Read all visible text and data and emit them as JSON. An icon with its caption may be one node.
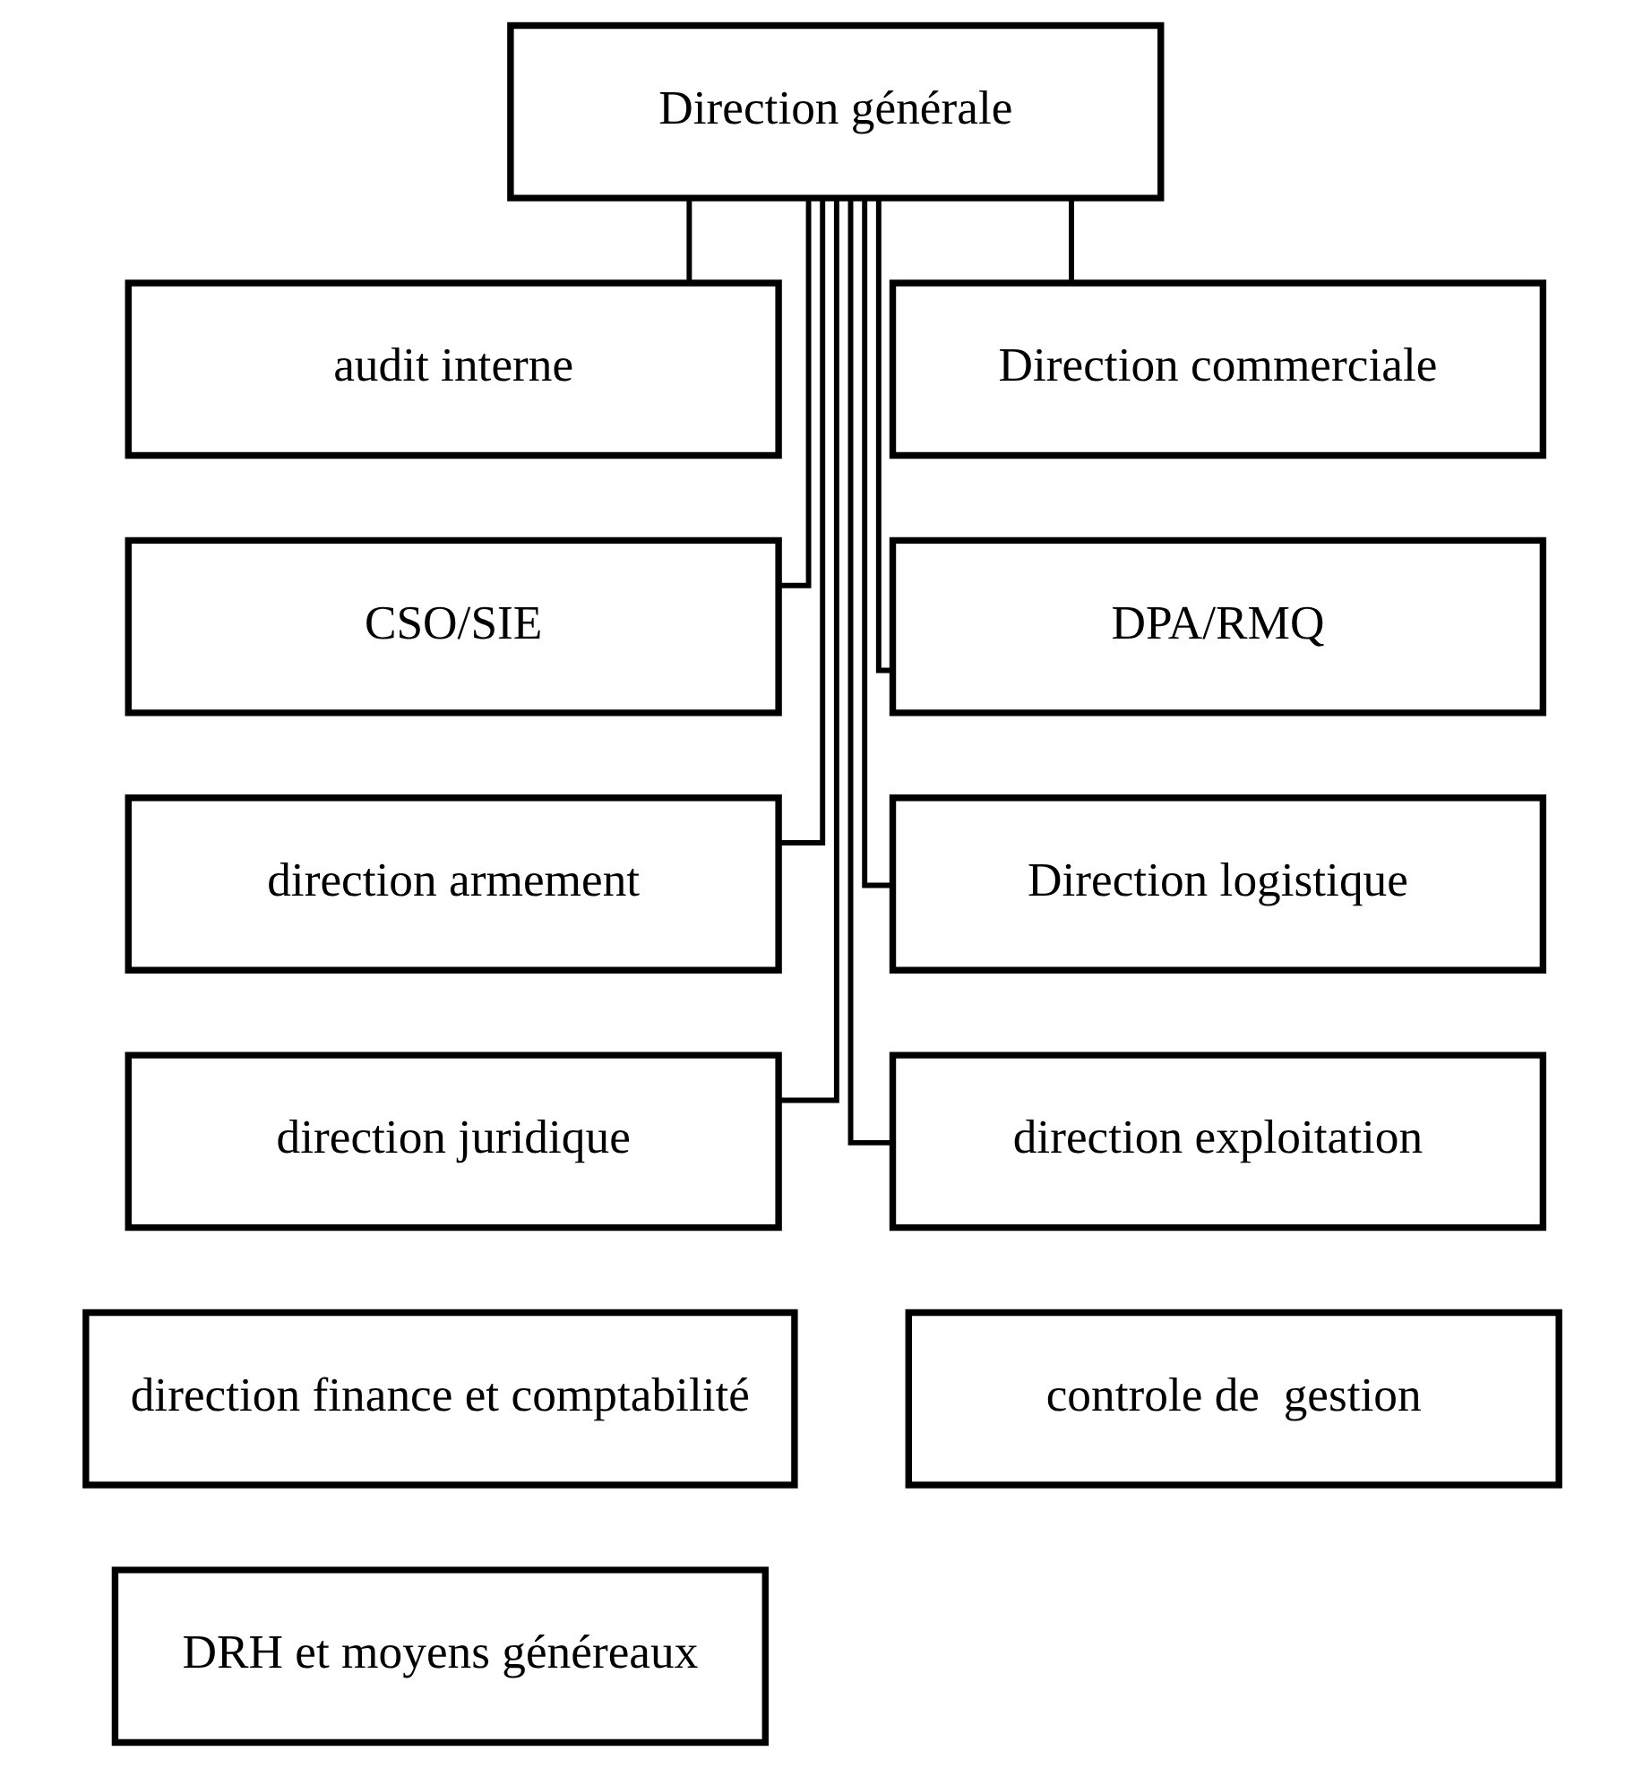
{
  "diagram": {
    "nodes": [
      {
        "text": [
          "Direction générale"
        ]
      },
      {
        "text": [
          "audit interne"
        ]
      },
      {
        "text": [
          "Direction commerciale"
        ]
      },
      {
        "text": [
          "CSO/SIE"
        ]
      },
      {
        "text": [
          "DPA/RMQ"
        ]
      },
      {
        "text": [
          "direction armement"
        ]
      },
      {
        "text": [
          "Direction logistique"
        ]
      },
      {
        "text": [
          "direction juridique"
        ]
      },
      {
        "text": [
          "direction exploitation"
        ]
      },
      {
        "text": [
          "direction finance et comptabilité"
        ]
      },
      {
        "text": [
          "controle de  gestion"
        ]
      },
      {
        "text": [
          "DRH et moyens généreaux"
        ]
      }
    ],
    "edges": [
      {
        "from": 0,
        "to": 1,
        "arrow": "none"
      },
      {
        "from": 0,
        "to": 3,
        "arrow": "none"
      },
      {
        "from": 0,
        "to": 5,
        "arrow": "none"
      },
      {
        "from": 0,
        "to": 7,
        "arrow": "none"
      },
      {
        "from": 0,
        "to": 2,
        "arrow": "none"
      },
      {
        "from": 0,
        "to": 4,
        "arrow": "none"
      },
      {
        "from": 0,
        "to": 6,
        "arrow": "none"
      },
      {
        "from": 0,
        "to": 8,
        "arrow": "none"
      }
    ]
  }
}
